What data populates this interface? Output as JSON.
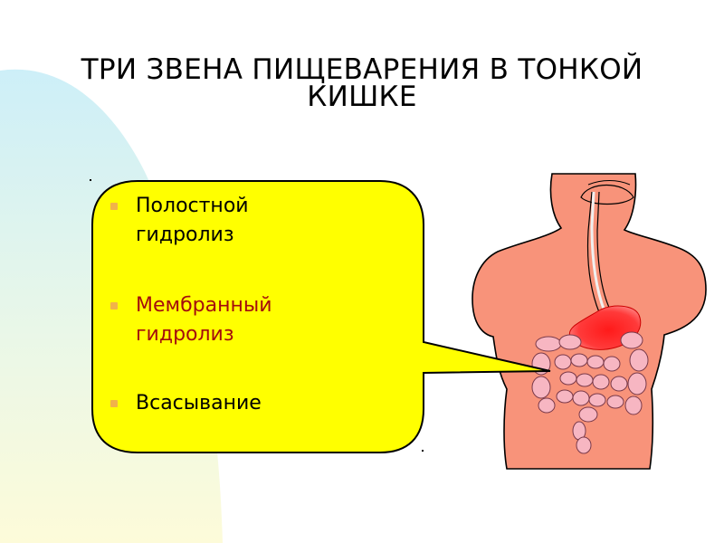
{
  "slide": {
    "title_lines": [
      "ТРИ ЗВЕНА ПИЩЕВАРЕНИЯ В ТОНКОЙ",
      "КИШКЕ"
    ],
    "items": [
      {
        "lines": [
          "Полостной",
          "гидролиз"
        ],
        "color": "#000000"
      },
      {
        "lines": [
          "Мембранный",
          "гидролиз"
        ],
        "color": "#a40d0d"
      },
      {
        "lines": [
          "Всасывание"
        ],
        "color": "#000000"
      }
    ]
  },
  "colors": {
    "callout_fill": "#ffff00",
    "body_fill": "#f8937a",
    "stomach": "#ff2a2a",
    "intestine": "#f7b6c2",
    "bullet": "#f1b34a"
  },
  "icons": [
    "human-torso-digestive-system-illustration"
  ]
}
